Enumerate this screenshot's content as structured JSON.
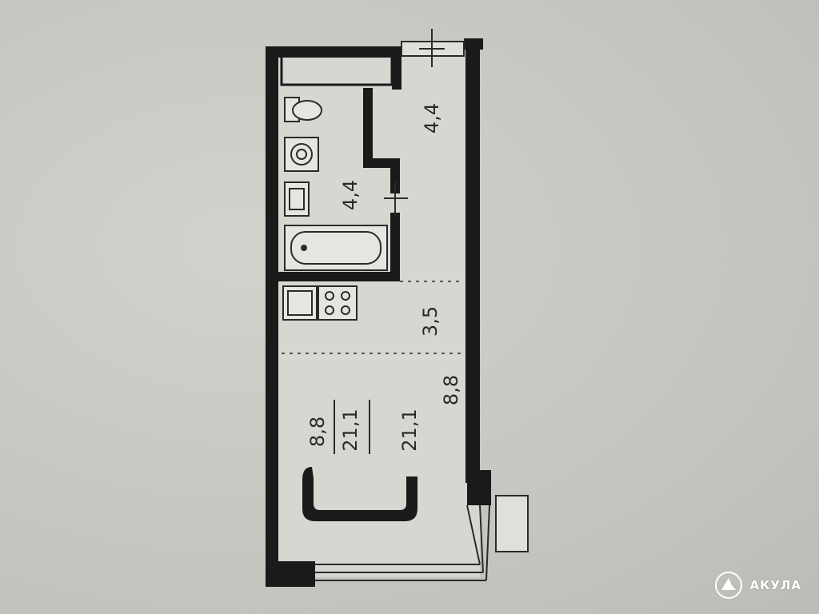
{
  "rooms": {
    "storage_area": "4,4",
    "bathroom_area": "4,4",
    "kitchen_area": "3,5",
    "living_area": "8,8"
  },
  "summary": {
    "living": "8,8",
    "total_1": "21,1",
    "total_2": "21,1"
  },
  "watermark": {
    "brand": "АКУЛА"
  }
}
